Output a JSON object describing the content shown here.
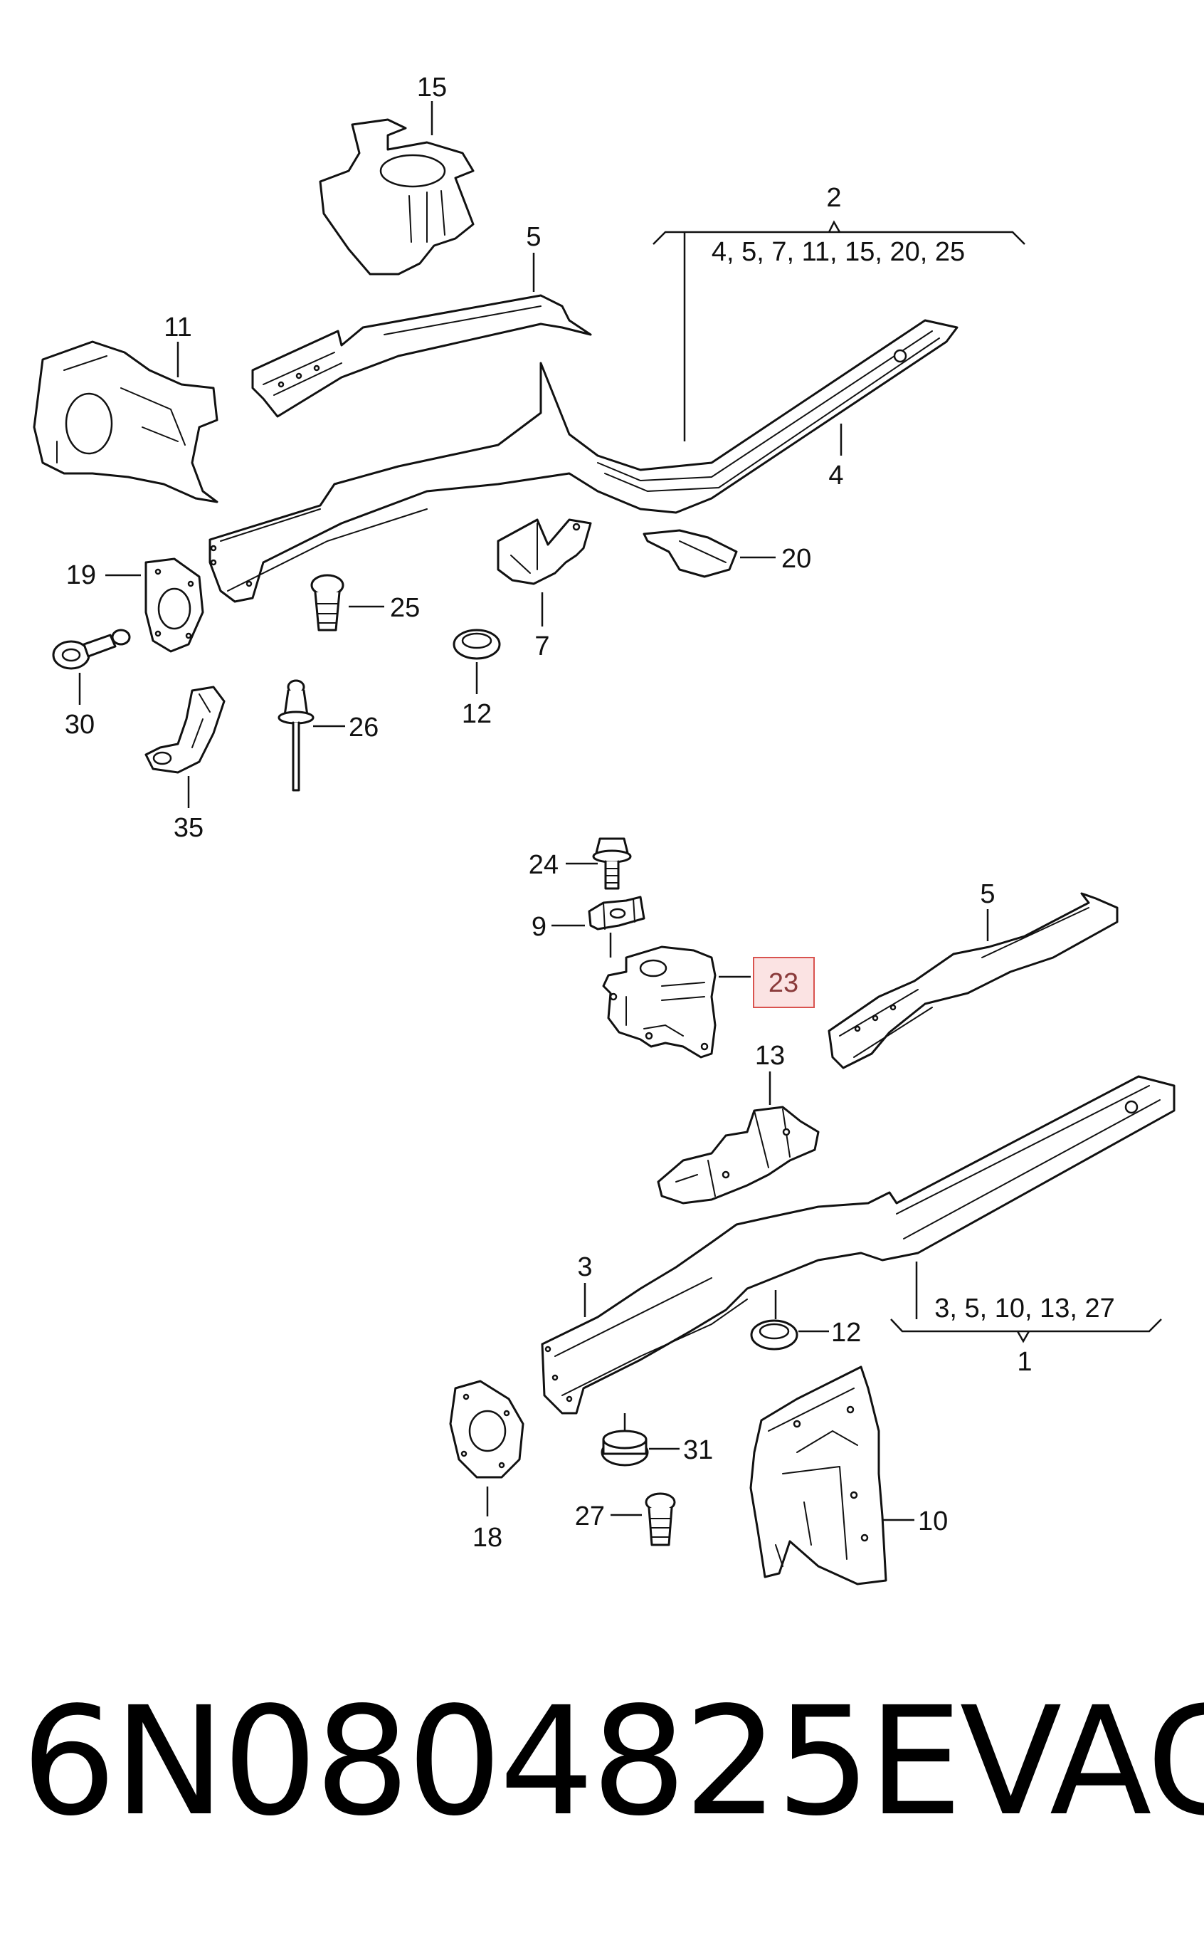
{
  "labels": {
    "l1": "1",
    "l2": "2",
    "l3": "3",
    "l4": "4",
    "l5a": "5",
    "l5b": "5",
    "l7": "7",
    "l9": "9",
    "l10": "10",
    "l11": "11",
    "l12a": "12",
    "l12b": "12",
    "l13": "13",
    "l15": "15",
    "l18": "18",
    "l19": "19",
    "l20": "20",
    "l23": "23",
    "l24": "24",
    "l25": "25",
    "l26": "26",
    "l27": "27",
    "l30": "30",
    "l31": "31",
    "l35": "35"
  },
  "groups": {
    "g2": "4, 5, 7, 11, 15, 20, 25",
    "g1": "3, 5, 10, 13,  27"
  },
  "highlight": "23",
  "caption": {
    "part_number": "6N0804825E",
    "brand": "VAG"
  }
}
